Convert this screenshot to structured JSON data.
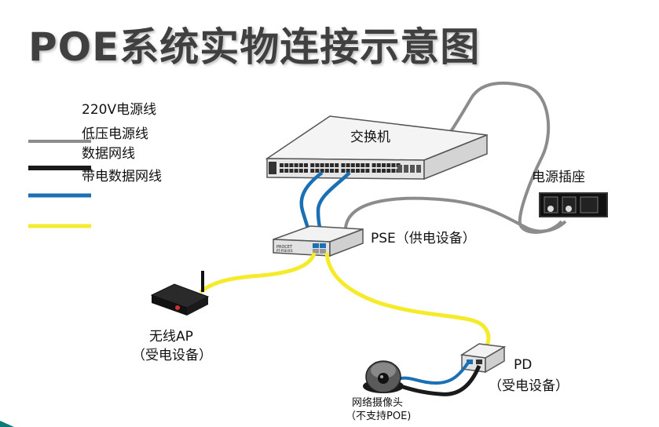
{
  "title": "POE系统实物连接示意图",
  "legend": [
    {
      "label": "220V电源线",
      "color": "#888888"
    },
    {
      "label": "低压电源线",
      "color": "#1a1a1a"
    },
    {
      "label": "数据网线",
      "color": "#1a6fb5"
    },
    {
      "label": "带电数据网线",
      "color": "#f5eb2a"
    }
  ],
  "devices": {
    "switch": {
      "label": "交换机"
    },
    "socket": {
      "label": "电源插座"
    },
    "pse": {
      "label": "PSE（供电设备）",
      "brand": "PROCET",
      "model": "PT-PSE401"
    },
    "ap": {
      "label": "无线AP",
      "sublabel": "（受电设备）"
    },
    "pd": {
      "label": "PD",
      "sublabel": "（受电设备）"
    },
    "camera": {
      "label": "网络摄像头",
      "sublabel": "（不支持POE)"
    }
  },
  "colors": {
    "power220": "#8c8c8c",
    "lowvolt": "#1a1a1a",
    "data": "#1a6fb5",
    "poe": "#f5eb2a",
    "title": "#404040"
  }
}
